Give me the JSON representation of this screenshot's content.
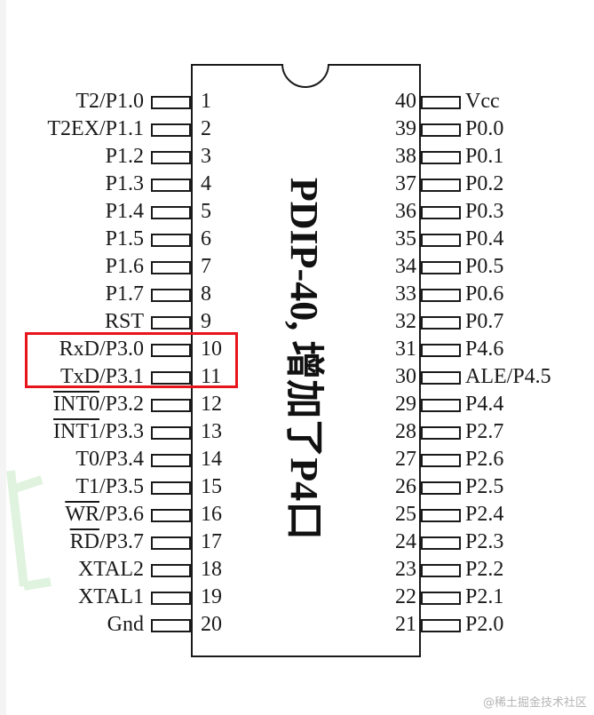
{
  "chip": {
    "title": "PDIP-40, 增加了P4口"
  },
  "left_pins": [
    {
      "label": "T2/P1.0",
      "number": "1"
    },
    {
      "label": "T2EX/P1.1",
      "number": "2"
    },
    {
      "label": "P1.2",
      "number": "3"
    },
    {
      "label": "P1.3",
      "number": "4"
    },
    {
      "label": "P1.4",
      "number": "5"
    },
    {
      "label": "P1.5",
      "number": "6"
    },
    {
      "label": "P1.6",
      "number": "7"
    },
    {
      "label": "P1.7",
      "number": "8"
    },
    {
      "label": "RST",
      "number": "9"
    },
    {
      "label": "RxD/P3.0",
      "number": "10"
    },
    {
      "label": "TxD/P3.1",
      "number": "11"
    },
    {
      "label_over": "INT0",
      "label_rest": "/P3.2",
      "number": "12"
    },
    {
      "label_over": "INT1",
      "label_rest": "/P3.3",
      "number": "13"
    },
    {
      "label": "T0/P3.4",
      "number": "14"
    },
    {
      "label": "T1/P3.5",
      "number": "15"
    },
    {
      "label_over": "WR",
      "label_rest": "/P3.6",
      "number": "16"
    },
    {
      "label_over": "RD",
      "label_rest": "/P3.7",
      "number": "17"
    },
    {
      "label": "XTAL2",
      "number": "18"
    },
    {
      "label": "XTAL1",
      "number": "19"
    },
    {
      "label": "Gnd",
      "number": "20"
    }
  ],
  "right_pins": [
    {
      "label": "Vcc",
      "number": "40"
    },
    {
      "label": "P0.0",
      "number": "39"
    },
    {
      "label": "P0.1",
      "number": "38"
    },
    {
      "label": "P0.2",
      "number": "37"
    },
    {
      "label": "P0.3",
      "number": "36"
    },
    {
      "label": "P0.4",
      "number": "35"
    },
    {
      "label": "P0.5",
      "number": "34"
    },
    {
      "label": "P0.6",
      "number": "33"
    },
    {
      "label": "P0.7",
      "number": "32"
    },
    {
      "label": "P4.6",
      "number": "31"
    },
    {
      "label": "ALE/P4.5",
      "number": "30"
    },
    {
      "label": "P4.4",
      "number": "29"
    },
    {
      "label": "P2.7",
      "number": "28"
    },
    {
      "label": "P2.6",
      "number": "27"
    },
    {
      "label": "P2.5",
      "number": "26"
    },
    {
      "label": "P2.4",
      "number": "25"
    },
    {
      "label": "P2.3",
      "number": "24"
    },
    {
      "label": "P2.2",
      "number": "23"
    },
    {
      "label": "P2.1",
      "number": "22"
    },
    {
      "label": "P2.0",
      "number": "21"
    }
  ],
  "highlight": {
    "color": "#e8141b",
    "pins": [
      "10",
      "11"
    ]
  },
  "watermark": {
    "text": "@稀土掘金技术社区"
  }
}
